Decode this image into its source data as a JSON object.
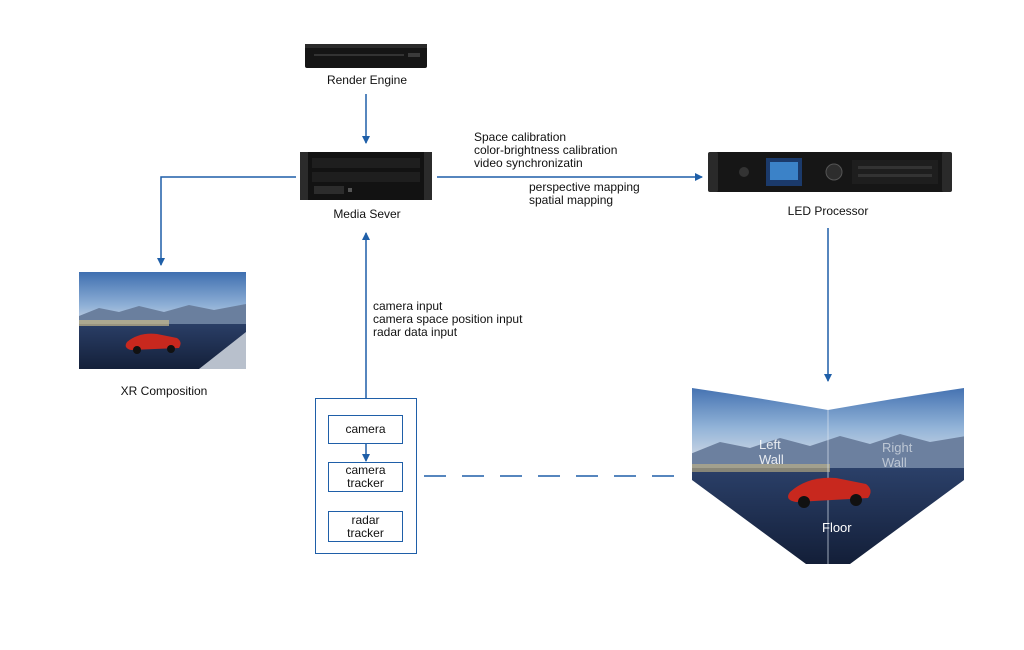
{
  "nodes": {
    "render_engine": "Render Engine",
    "media_server": "Media Sever",
    "led_processor": "LED Processor",
    "xr_composition": "XR Composition"
  },
  "server_to_processor": {
    "upper_lines": [
      "Space calibration",
      "color-brightness calibration",
      "video synchronizatin"
    ],
    "lower_lines": [
      "perspective mapping",
      "spatial mapping"
    ]
  },
  "inputs": {
    "lines": [
      "camera input",
      "camera space position input",
      "radar data input"
    ]
  },
  "tracking_group": {
    "camera": "camera",
    "camera_tracker": [
      "camera",
      "tracker"
    ],
    "radar_tracker": [
      "radar",
      "tracker"
    ]
  },
  "led_stage": {
    "left_wall": [
      "Left",
      "Wall"
    ],
    "right_wall": [
      "Right",
      "Wall"
    ],
    "floor": "Floor"
  },
  "colors": {
    "arrow": "#1f5fa8",
    "box_border": "#1f5fa8"
  },
  "icons": [
    "render-engine-device-icon",
    "media-server-device-icon",
    "led-processor-device-icon",
    "race-car-icon"
  ]
}
